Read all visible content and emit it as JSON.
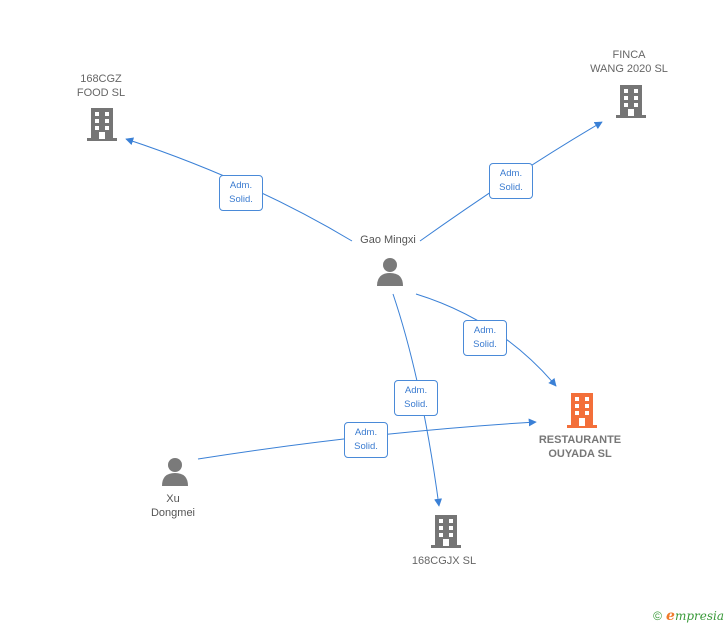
{
  "colors": {
    "edge": "#3a80d6",
    "company": "#757575",
    "company_main": "#f36f3a",
    "person": "#7a7a7a"
  },
  "nodes": {
    "gao": {
      "label": "Gao Mingxi",
      "kind": "person",
      "icon": "person-icon"
    },
    "xu": {
      "label": "Xu\nDongmei",
      "kind": "person",
      "icon": "person-icon"
    },
    "food": {
      "label": "168CGZ\nFOOD  SL",
      "kind": "company",
      "icon": "building-icon"
    },
    "finca": {
      "label": "FINCA\nWANG 2020  SL",
      "kind": "company",
      "icon": "building-icon"
    },
    "rest": {
      "label": "RESTAURANTE\nOUYADA  SL",
      "kind": "company-main",
      "icon": "building-icon"
    },
    "cgjx": {
      "label": "168CGJX  SL",
      "kind": "company",
      "icon": "building-icon"
    }
  },
  "edges": [
    {
      "line1": "Adm.",
      "line2": "Solid."
    },
    {
      "line1": "Adm.",
      "line2": "Solid."
    },
    {
      "line1": "Adm.",
      "line2": "Solid."
    },
    {
      "line1": "Adm.",
      "line2": "Solid."
    },
    {
      "line1": "Adm.",
      "line2": "Solid."
    }
  ],
  "footer": {
    "copyright": "©",
    "brand_initial": "e",
    "brand_rest": "mpresia"
  }
}
